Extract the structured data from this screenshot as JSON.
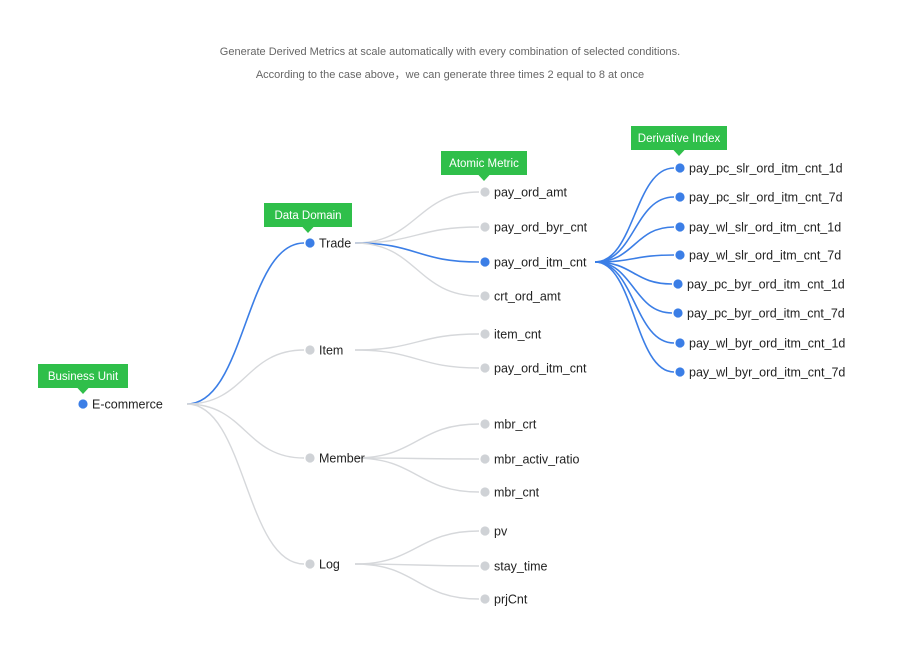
{
  "caption": {
    "line1": "Generate Derived Metrics at scale automatically with every combination of selected conditions.",
    "line2": "According to the case above，we can generate three times 2 equal to 8 at once"
  },
  "colors": {
    "highlight": "#3b7ee6",
    "inactive_dot": "#cfd2d6",
    "inactive_link": "#d6d8db",
    "tag_bg": "#2fbf4a",
    "tag_text": "#ffffff",
    "node_text": "#222222"
  },
  "tags": {
    "business_unit": "Business Unit",
    "data_domain": "Data Domain",
    "atomic_metric": "Atomic Metric",
    "derivative_index": "Derivative Index"
  },
  "tree": {
    "label": "E-commerce",
    "highlight": true,
    "children": [
      {
        "label": "Trade",
        "highlight": true,
        "children": [
          {
            "label": "pay_ord_amt",
            "highlight": false
          },
          {
            "label": "pay_ord_byr_cnt",
            "highlight": false
          },
          {
            "label": "pay_ord_itm_cnt",
            "highlight": true,
            "children": [
              {
                "label": "pay_pc_slr_ord_itm_cnt_1d",
                "highlight": true
              },
              {
                "label": "pay_pc_slr_ord_itm_cnt_7d",
                "highlight": true
              },
              {
                "label": "pay_wl_slr_ord_itm_cnt_1d",
                "highlight": true
              },
              {
                "label": "pay_wl_slr_ord_itm_cnt_7d",
                "highlight": true
              },
              {
                "label": "pay_pc_byr_ord_itm_cnt_1d",
                "highlight": true
              },
              {
                "label": "pay_pc_byr_ord_itm_cnt_7d",
                "highlight": true
              },
              {
                "label": "pay_wl_byr_ord_itm_cnt_1d",
                "highlight": true
              },
              {
                "label": "pay_wl_byr_ord_itm_cnt_7d",
                "highlight": true
              }
            ]
          },
          {
            "label": "crt_ord_amt",
            "highlight": false
          }
        ]
      },
      {
        "label": "Item",
        "highlight": false,
        "children": [
          {
            "label": "item_cnt",
            "highlight": false
          },
          {
            "label": "pay_ord_itm_cnt",
            "highlight": false
          }
        ]
      },
      {
        "label": "Member",
        "highlight": false,
        "children": [
          {
            "label": "mbr_crt",
            "highlight": false
          },
          {
            "label": "mbr_activ_ratio",
            "highlight": false
          },
          {
            "label": "mbr_cnt",
            "highlight": false
          }
        ]
      },
      {
        "label": "Log",
        "highlight": false,
        "children": [
          {
            "label": "pv",
            "highlight": false
          },
          {
            "label": "stay_time",
            "highlight": false
          },
          {
            "label": "prjCnt",
            "highlight": false
          }
        ]
      }
    ]
  }
}
